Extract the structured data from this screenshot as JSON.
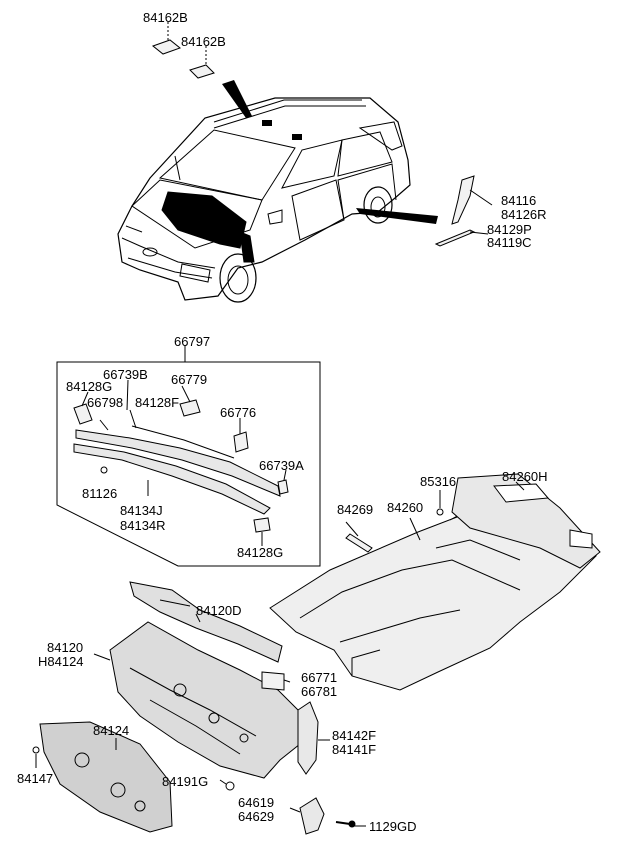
{
  "labels": {
    "p84162B_a": "84162B",
    "p84162B_b": "84162B",
    "p84116": "84116",
    "p84126R": "84126R",
    "p84129P": "84129P",
    "p84119C": "84119C",
    "p66797": "66797",
    "p66739B": "66739B",
    "p66779": "66779",
    "p84128G_a": "84128G",
    "p66798": "66798",
    "p84128F": "84128F",
    "p66776": "66776",
    "p66739A": "66739A",
    "p81126": "81126",
    "p84134J": "84134J",
    "p84134R": "84134R",
    "p84128G_b": "84128G",
    "p85316": "85316",
    "p84260H": "84260H",
    "p84269": "84269",
    "p84260": "84260",
    "p84120D": "84120D",
    "p84120": "84120",
    "pH84124": "H84124",
    "p66771": "66771",
    "p66781": "66781",
    "p84124": "84124",
    "p84142F": "84142F",
    "p84141F": "84141F",
    "p84147": "84147",
    "p84191G": "84191G",
    "p64619": "64619",
    "p64629": "64629",
    "p1129GD": "1129GD"
  },
  "colors": {
    "line": "#000000",
    "part_fill": "#d9d9d9",
    "background": "#ffffff"
  }
}
